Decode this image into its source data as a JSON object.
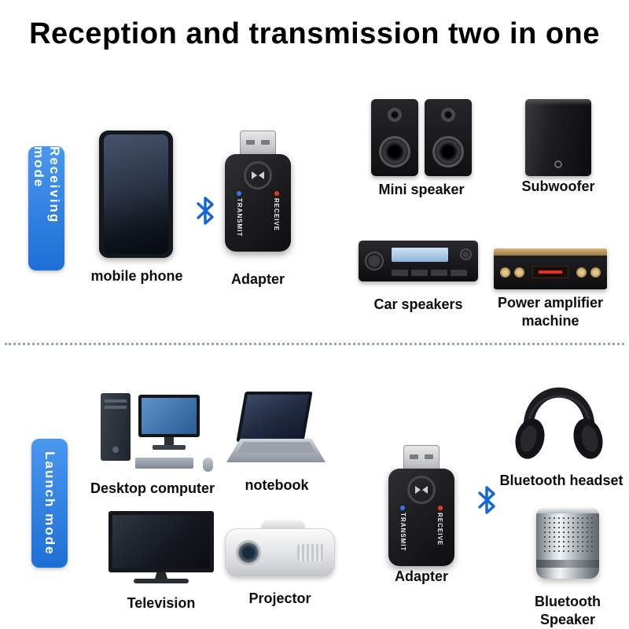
{
  "page": {
    "title": "Reception and transmission two in one",
    "colors": {
      "accent_blue": "#2a7de1",
      "bluetooth_blue": "#1266d8",
      "led_red": "#e23b2e"
    }
  },
  "adapter_device": {
    "receive_label": "RECEIVE",
    "transmit_label": "TRANSMIT"
  },
  "receiving": {
    "banner_label": "Receiving mode",
    "phone_label": "mobile phone",
    "adapter_label": "Adapter",
    "mini_speaker_label": "Mini speaker",
    "subwoofer_label": "Subwoofer",
    "car_speakers_label": "Car speakers",
    "power_amplifier_label": "Power amplifier machine"
  },
  "launch": {
    "banner_label": "Launch mode",
    "desktop_label": "Desktop computer",
    "notebook_label": "notebook",
    "television_label": "Television",
    "projector_label": "Projector",
    "adapter_label": "Adapter",
    "bluetooth_headset_label": "Bluetooth headset",
    "bluetooth_speaker_label": "Bluetooth Speaker"
  }
}
